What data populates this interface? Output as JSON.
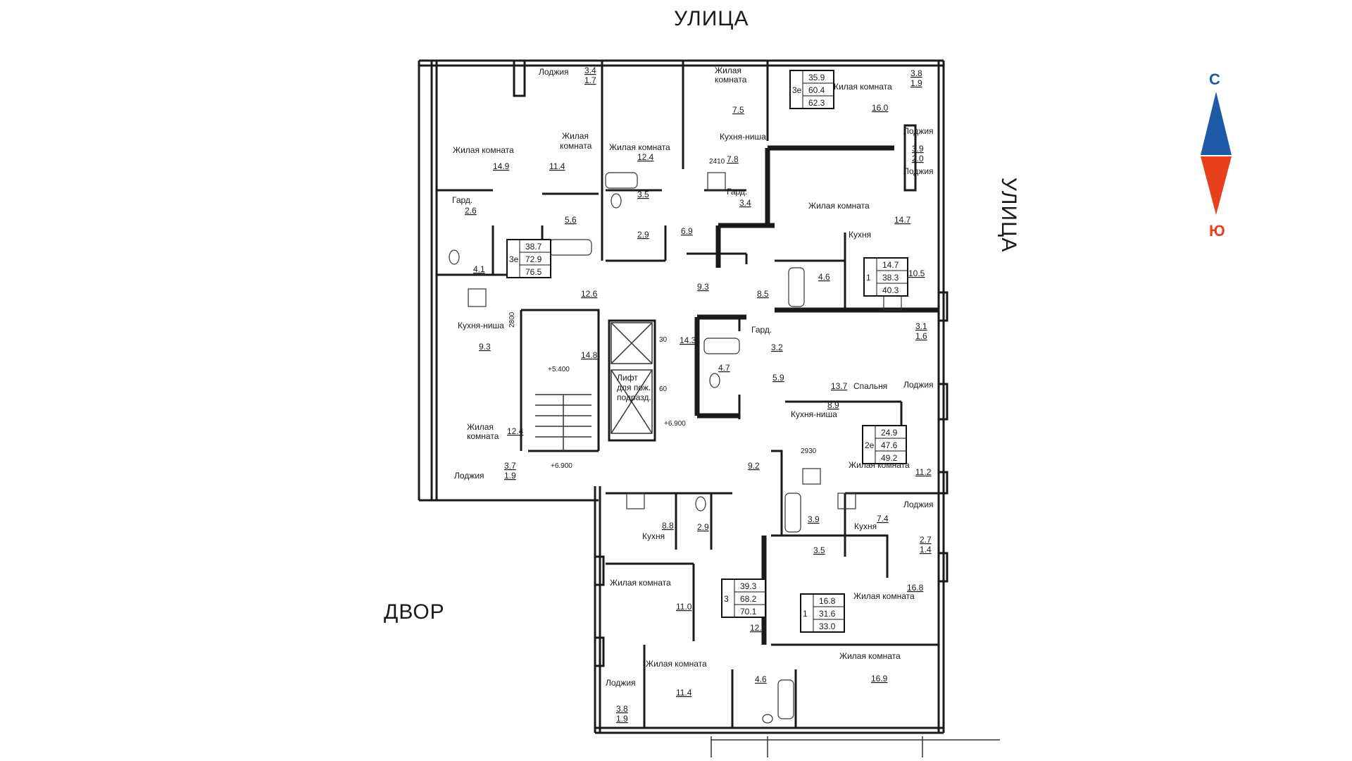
{
  "labels": {
    "street_top": "УЛИЦА",
    "street_right": "УЛИЦА",
    "yard": "ДВОР",
    "compass_north": "С",
    "compass_south": "Ю"
  },
  "colors": {
    "north": "#1f5aa6",
    "south": "#e8401c",
    "walls": "#1a1a1a"
  },
  "apartments": [
    {
      "id": "apt-top-left",
      "rooms": "3е",
      "areas": [
        "38.7",
        "72.9",
        "76.5"
      ]
    },
    {
      "id": "apt-top-right",
      "rooms": "3е",
      "areas": [
        "35.9",
        "60.4",
        "62.3"
      ]
    },
    {
      "id": "apt-right-upper",
      "rooms": "1",
      "areas": [
        "14.7",
        "38.3",
        "40.3"
      ]
    },
    {
      "id": "apt-right-middle",
      "rooms": "2е",
      "areas": [
        "24.9",
        "47.6",
        "49.2"
      ]
    },
    {
      "id": "apt-bottom-left",
      "rooms": "3",
      "areas": [
        "39.3",
        "68.2",
        "70.1"
      ]
    },
    {
      "id": "apt-bottom-right",
      "rooms": "1",
      "areas": [
        "16.8",
        "31.6",
        "33.0"
      ]
    }
  ],
  "room_labels": [
    {
      "text": "Лоджия"
    },
    {
      "text": "3.4"
    },
    {
      "text": "1.7"
    },
    {
      "text": "Жилая"
    },
    {
      "text": "комната"
    },
    {
      "text": "7.5"
    },
    {
      "text": "Жилая комната"
    },
    {
      "text": "3.8"
    },
    {
      "text": "1.9"
    },
    {
      "text": "16.0"
    },
    {
      "text": "Жилая комната"
    },
    {
      "text": "14.9"
    },
    {
      "text": "Жилая"
    },
    {
      "text": "комната"
    },
    {
      "text": "11.4"
    },
    {
      "text": "Жилая комната"
    },
    {
      "text": "12.4"
    },
    {
      "text": "Кухня-ниша"
    },
    {
      "text": "2410"
    },
    {
      "text": "7.8"
    },
    {
      "text": "Лоджия"
    },
    {
      "text": "3.9"
    },
    {
      "text": "2.0"
    },
    {
      "text": "Лоджия"
    },
    {
      "text": "3.5"
    },
    {
      "text": "Гард."
    },
    {
      "text": "3.4"
    },
    {
      "text": "Гард."
    },
    {
      "text": "2.6"
    },
    {
      "text": "5.6"
    },
    {
      "text": "2.9"
    },
    {
      "text": "6.9"
    },
    {
      "text": "Жилая комната"
    },
    {
      "text": "14.7"
    },
    {
      "text": "Кухня"
    },
    {
      "text": "4.1"
    },
    {
      "text": "9.3"
    },
    {
      "text": "8.5"
    },
    {
      "text": "4.6"
    },
    {
      "text": "10.5"
    },
    {
      "text": "12.6"
    },
    {
      "text": "Кухня-ниша"
    },
    {
      "text": "2800"
    },
    {
      "text": "9.3"
    },
    {
      "text": "14.8"
    },
    {
      "text": "14.3"
    },
    {
      "text": "Гард."
    },
    {
      "text": "3.2"
    },
    {
      "text": "3.1"
    },
    {
      "text": "1.6"
    },
    {
      "text": "4.7"
    },
    {
      "text": "5.9"
    },
    {
      "text": "Лифт"
    },
    {
      "text": "для пож."
    },
    {
      "text": "подразд."
    },
    {
      "text": "+5.400"
    },
    {
      "text": "13.7"
    },
    {
      "text": "Спальня"
    },
    {
      "text": "Лоджия"
    },
    {
      "text": "8.9"
    },
    {
      "text": "Кухня-ниша"
    },
    {
      "text": "Жилая"
    },
    {
      "text": "комната"
    },
    {
      "text": "12.4"
    },
    {
      "text": "+6.900"
    },
    {
      "text": "2930"
    },
    {
      "text": "3.7"
    },
    {
      "text": "1.9"
    },
    {
      "text": "Лоджия"
    },
    {
      "text": "+6.900"
    },
    {
      "text": "9.2"
    },
    {
      "text": "Жилая комната"
    },
    {
      "text": "11.2"
    },
    {
      "text": "Лоджия"
    },
    {
      "text": "8.8"
    },
    {
      "text": "2.9"
    },
    {
      "text": "Кухня"
    },
    {
      "text": "3.9"
    },
    {
      "text": "7.4"
    },
    {
      "text": "Кухня"
    },
    {
      "text": "2.7"
    },
    {
      "text": "1.4"
    },
    {
      "text": "3.5"
    },
    {
      "text": "Жилая комната"
    },
    {
      "text": "11.0"
    },
    {
      "text": "Жилая комната"
    },
    {
      "text": "16.8"
    },
    {
      "text": "12.6"
    },
    {
      "text": "Жилая комната"
    },
    {
      "text": "Жилая комната"
    },
    {
      "text": "4.6"
    },
    {
      "text": "11.4"
    },
    {
      "text": "16.9"
    },
    {
      "text": "Лоджия"
    },
    {
      "text": "3.8"
    },
    {
      "text": "1.9"
    },
    {
      "text": "30"
    },
    {
      "text": "60"
    }
  ]
}
